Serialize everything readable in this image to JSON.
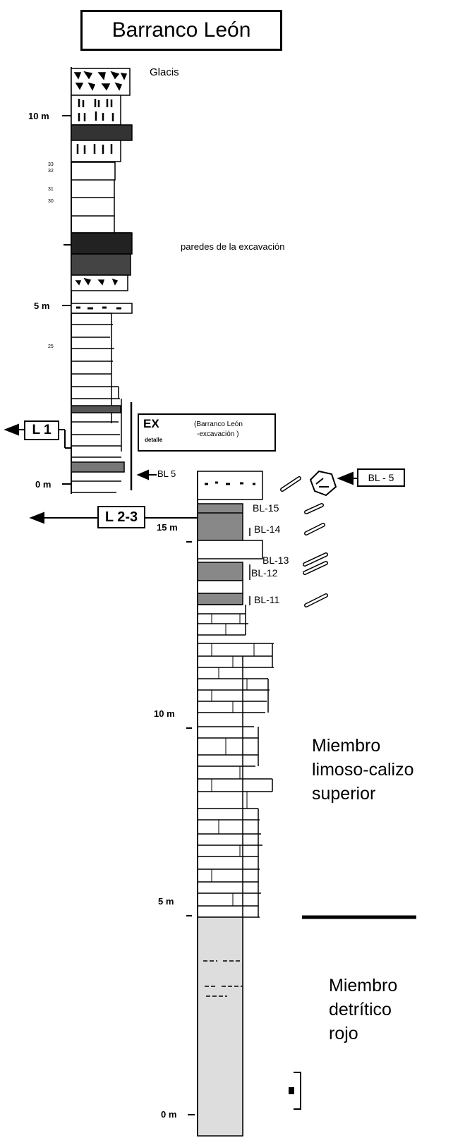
{
  "title": "Barranco León",
  "upper_section": {
    "top_label": "Glacis",
    "scale": {
      "m10": "10 m",
      "m5": "5 m",
      "m0": "0 m"
    },
    "bed_numbers": [
      "33",
      "32",
      "31",
      "30",
      "25"
    ],
    "walls_label": "paredes de la excavación",
    "ex_box": {
      "code": "EX",
      "small": "detalle",
      "desc_line1": "(Barranco León",
      "desc_line2": "-excavación )"
    },
    "level_bl5": "BL 5",
    "marker_l1": "L 1",
    "marker_l23": "L 2-3"
  },
  "lower_section": {
    "scale": {
      "m15": "15 m",
      "m10": "10 m",
      "m5": "5 m",
      "m0": "0 m"
    },
    "levels": [
      "BL-15",
      "BL-14",
      "BL-13",
      "BL-12",
      "BL-11"
    ],
    "bl5_box": "BL - 5",
    "member_upper": [
      "Miembro",
      "limoso-calizo",
      "superior"
    ],
    "member_lower": [
      "Miembro",
      "detrítico",
      "rojo"
    ]
  }
}
